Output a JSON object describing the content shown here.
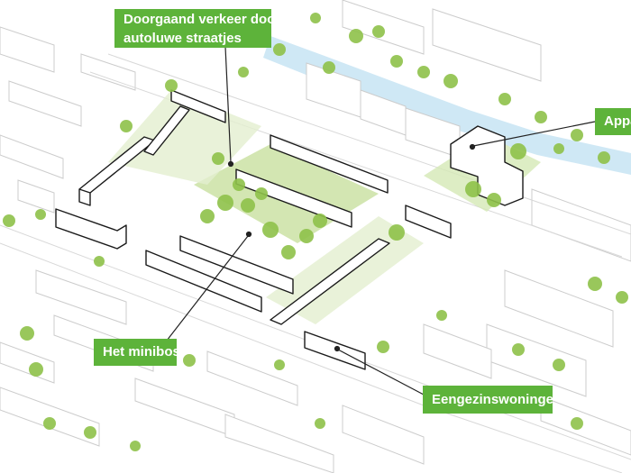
{
  "labels": {
    "traffic": {
      "line1": "Doorgaand verkeer door",
      "line2": "autoluwe straatjes"
    },
    "apartments": "Appa",
    "minibos": "Het minibos",
    "houses": "Eengezinswoningen"
  },
  "colors": {
    "label_background": "#5db33a",
    "label_text": "#ffffff",
    "leader_line": "#222222",
    "canal": "#cfe8f5",
    "tree": "#8fc24a",
    "park_green": "#c4dd98",
    "building_outline": "#1a1a1a",
    "context_outline": "#cccccc"
  }
}
